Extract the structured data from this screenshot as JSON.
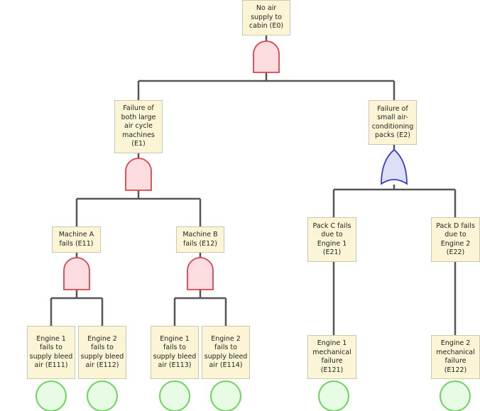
{
  "colors": {
    "and_gate": "#d9434f",
    "and_fill": "#fbdde0",
    "or_gate": "#3b3fc0",
    "or_fill": "#dcdff8",
    "basic": "#6cd35c",
    "basic_fill": "#e8fbe5",
    "line": "#555555"
  },
  "events": {
    "E0": "No air supply to cabin (E0)",
    "E1": "Failure of both large air cycle machines (E1)",
    "E2": "Failure of small air-conditioning packs (E2)",
    "E11": "Machine A fails (E11)",
    "E12": "Machine B fails (E12)",
    "E21": "Pack C fails due to Engine 1 (E21)",
    "E22": "Pack D fails due to Engine 2 (E22)",
    "E111": "Engine 1 fails to supply bleed air (E111)",
    "E112": "Engine 2 fails to supply bleed air (E112)",
    "E113": "Engine 1 fails to supply bleed air (E113)",
    "E114": "Engine 2 fails to supply bleed air (E114)",
    "E121": "Engine 1 mechanical failure (E121)",
    "E122": "Engine 2 mechanical failure (E122)"
  }
}
